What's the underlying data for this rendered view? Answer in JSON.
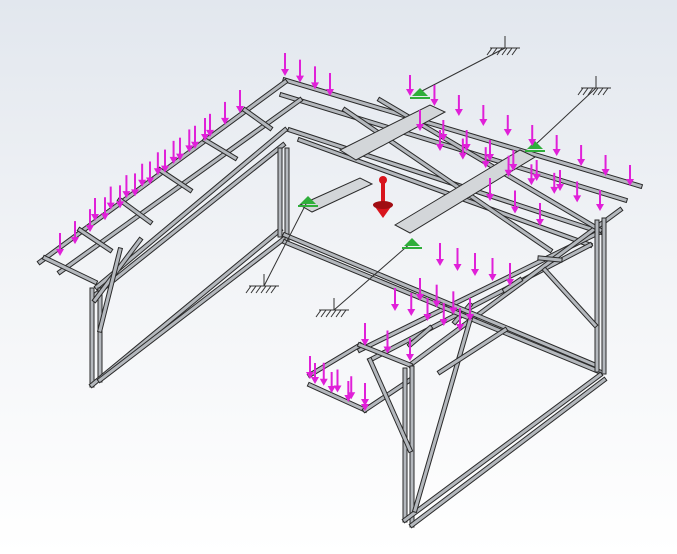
{
  "app": {
    "view": "isometric",
    "background": {
      "top": "#e2e7ee",
      "bottom": "#ffffff"
    }
  },
  "model": {
    "type": "welded steel tube frame",
    "member_color": "#b4b8bd",
    "member_edge_color": "#2a2a2a"
  },
  "loads": {
    "type": "distributed force arrows",
    "color": "#e020d8",
    "count_visible": 120
  },
  "fixtures": {
    "type": "fixed geometry",
    "color": "#2fae3a",
    "count": 4,
    "ground_symbol_count": 4
  },
  "gravity": {
    "type": "gravity indicator",
    "color": "#d8141c"
  }
}
